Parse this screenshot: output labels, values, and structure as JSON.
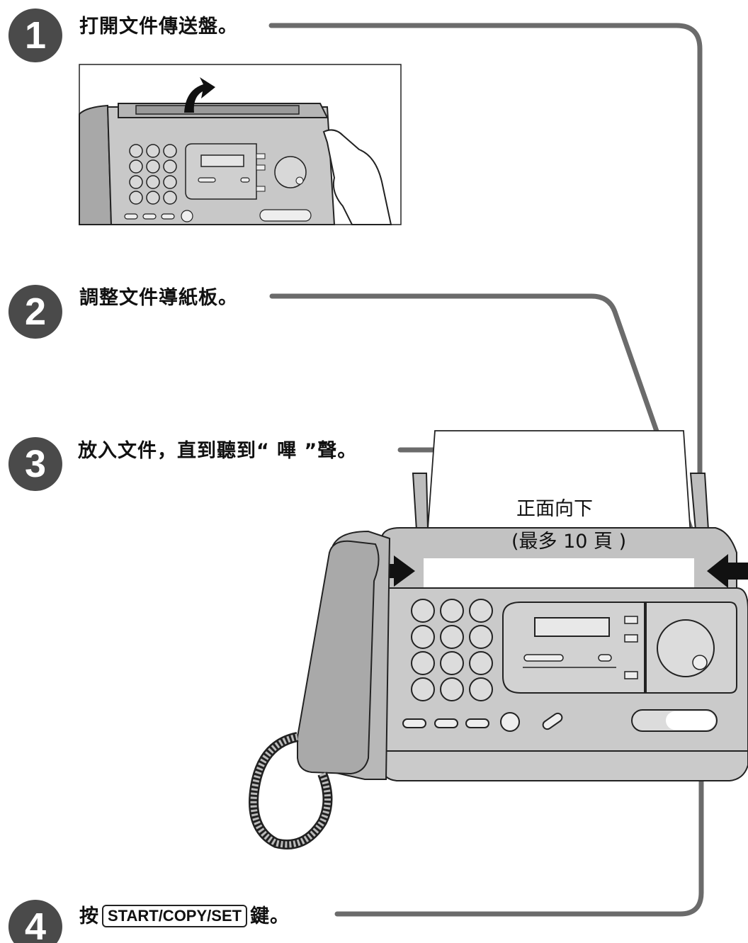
{
  "steps": [
    {
      "number": "1",
      "text": "打開文件傳送盤。"
    },
    {
      "number": "2",
      "text": "調整文件導紙板。"
    },
    {
      "number": "3",
      "text": "放入文件，直到聽到“ 嗶 ”聲。"
    },
    {
      "number": "4",
      "prefix": "按",
      "key": "START/COPY/SET",
      "suffix": "鍵。"
    }
  ],
  "paper_label": {
    "line1": "正面向下",
    "line2": "(最多 10 頁 )"
  },
  "icons": [
    "step-badge-icon",
    "fax-machine-illustration",
    "hand-icon",
    "arrow-up-icon",
    "arrow-right-icon",
    "arrow-left-icon"
  ]
}
